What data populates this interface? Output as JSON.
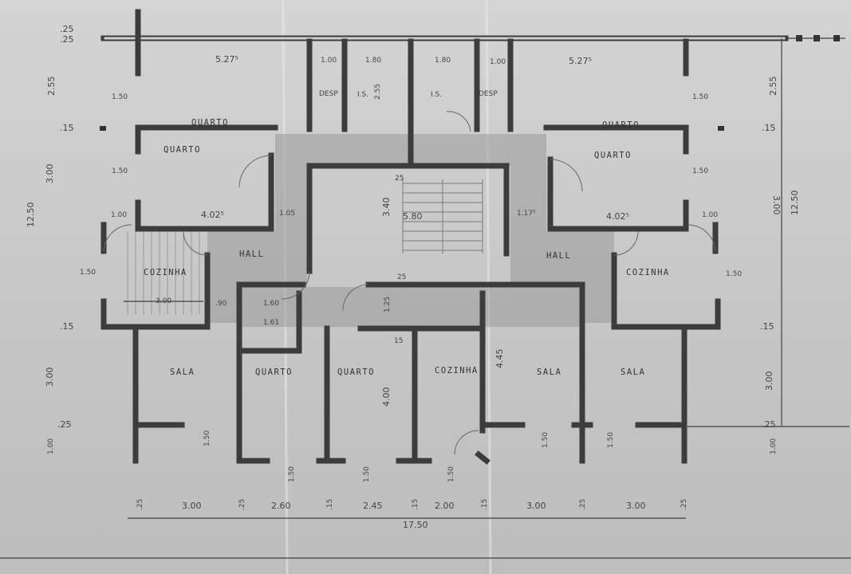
{
  "plan": {
    "rooms": {
      "quarto_top_left": "QUARTO",
      "quarto_left": "QUARTO",
      "quarto_top_right": "QUARTO",
      "quarto_right": "QUARTO",
      "desp_left": "DESP",
      "desp_right": "DESP",
      "is_left": "I.S.",
      "is_right": "I.S.",
      "hall_left": "HALL",
      "hall_right": "HALL",
      "cozinha_left": "COZINHA",
      "cozinha_right": "COZINHA",
      "sala_left": "SALA",
      "quarto_bottom_1": "QUARTO",
      "quarto_bottom_2": "QUARTO",
      "cozinha_bottom": "COZINHA",
      "sala_bottom_1": "SALA",
      "sala_bottom_2": "SALA"
    },
    "dims": {
      "d_527_left": "5.27⁵",
      "d_527_right": "5.27⁵",
      "d_100_top": "1.00",
      "d_180_left": "1.80",
      "d_180_right": "1.80",
      "d_100_top_r": "1.00",
      "d_255_is": "2.55",
      "d_25_top1": ".25",
      "d_25_top2": ".25",
      "d_255_left": "2.55",
      "d_255_right": "2.55",
      "d_150_a": "1.50",
      "d_150_b": "1.50",
      "d_150_c": "1.50",
      "d_150_d": "1.50",
      "d_15_left": ".15",
      "d_15_right": ".15",
      "d_300_left": "3.00",
      "d_300_right": "3.00",
      "d_1250_left": "12.50",
      "d_1250_right": "12.50",
      "d_4025_left": "4.02⁵",
      "d_4025_right": "4.02⁵",
      "d_100_l": "1.00",
      "d_100_r": "1.00",
      "d_105": "1.05",
      "d_1175": "1.17⁵",
      "d_340": "3.40",
      "d_580": "5.80",
      "d_25_stair": "25",
      "d_25_mid": "25",
      "d_150_cz_l": "1.50",
      "d_150_cz_r": "1.50",
      "d_300_cz": "3.00",
      "d_90": ".90",
      "d_160": "1.60",
      "d_161": "1.61",
      "d_125": "1.25",
      "d_445": "4.45",
      "d_400": "4.00",
      "d_15_wall": "15",
      "d_300_vl": "3.00",
      "d_300_vr": "3.00",
      "d_15_l2": ".15",
      "d_15_r2": ".15",
      "d_25_bl": ".25",
      "d_25_br": ".25",
      "d_100_bl": "1.00",
      "d_100_br": "1.00",
      "d_150_b1": "1.50",
      "d_150_b2": "1.50",
      "d_150_b3": "1.50",
      "d_150_b4": "1.50",
      "d_150_b5": "1.50",
      "d_150_b6": "1.50",
      "d_25_b1": ".25",
      "d_25_b2": ".25",
      "d_15_b1": ".15",
      "d_15_b2": ".15",
      "d_15_b3": ".15",
      "d_25_b3": ".25",
      "d_25_b4": ".25",
      "b_300_a": "3.00",
      "b_260": "2.60",
      "b_245": "2.45",
      "b_200": "2.00",
      "b_300_b": "3.00",
      "b_300_c": "3.00",
      "b_1750": "17.50"
    }
  }
}
